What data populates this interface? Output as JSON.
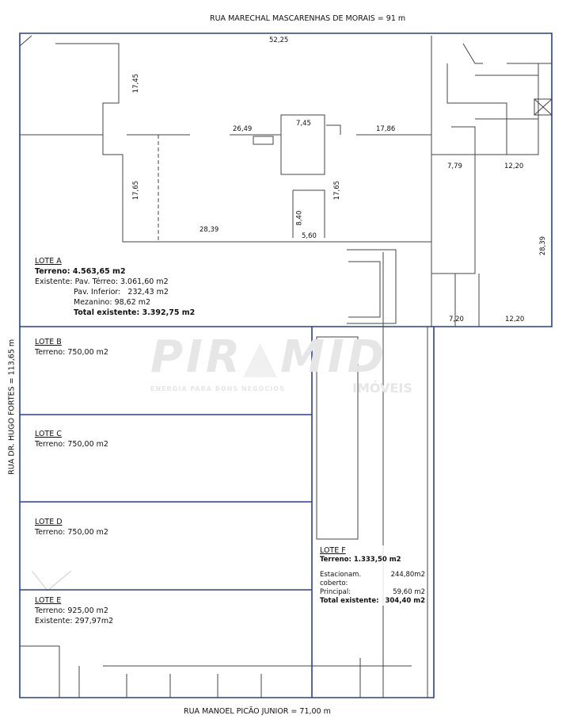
{
  "streets": {
    "top": "RUA MARECHAL MASCARENHAS DE MORAIS = 91 m",
    "left": "RUA DR. HUGO FORTES = 113,65 m",
    "bottom": "RUA MANOEL PICÃO JUNIOR = 71,00 m"
  },
  "dimensions": [
    "52,25",
    "17,45",
    "26,49",
    "7,45",
    "17,86",
    "7,79",
    "12,20",
    "17,65",
    "17,65",
    "8,40",
    "28,39",
    "5,60",
    "28,39",
    "7,20",
    "12,20"
  ],
  "lots": {
    "a": {
      "title": "LOTE A",
      "terreno": "Terreno: 4.563,65 m2",
      "l1": "Existente: Pav. Térreo: 3.061,60 m2",
      "l2": "Pav. Inferior:   232,43 m2",
      "l3": "Mezanino:  98,62 m2",
      "l4": "Total existente: 3.392,75 m2"
    },
    "b": {
      "title": "LOTE B",
      "terreno": "Terreno: 750,00 m2"
    },
    "c": {
      "title": "LOTE C",
      "terreno": "Terreno: 750,00 m2"
    },
    "d": {
      "title": "LOTE D",
      "terreno": "Terreno: 750,00 m2"
    },
    "e": {
      "title": "LOTE E",
      "terreno": "Terreno: 925,00 m2",
      "existente": "Existente: 297,97m2"
    },
    "f": {
      "title": "LOTE F",
      "terreno": "Terreno: 1.333,50 m2",
      "r1_label": "Estacionam. coberto:",
      "r1_value": "244,80m2",
      "r2_label": "Principal:",
      "r2_value": "59,60 m2",
      "r3_label": "Total existente:",
      "r3_value": "304,40 m2"
    }
  },
  "watermark": {
    "brand": "PIRAMID",
    "tagline": "ENERGIA PARA BONS NEGÓCIOS",
    "sub": "IMÓVEIS"
  },
  "colors": {
    "lot_border": "#2a3f9a",
    "wall": "#333333"
  }
}
